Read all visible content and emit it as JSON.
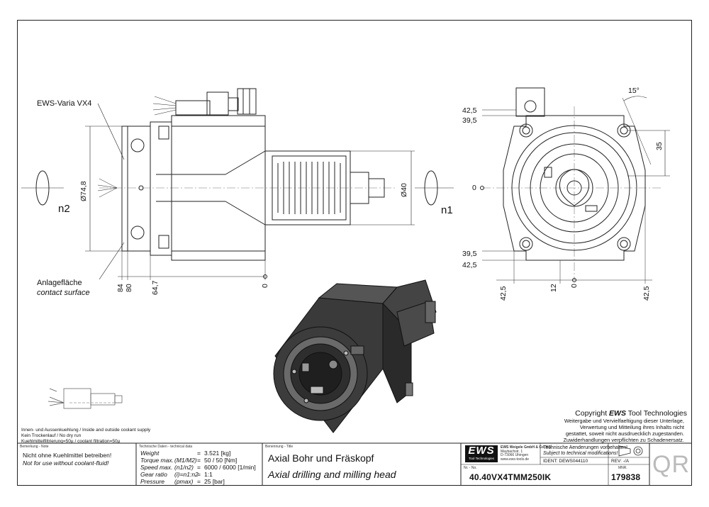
{
  "drawing": {
    "labels": {
      "tool_name": "EWS-Varia VX4",
      "contact_de": "Anlagefläche",
      "contact_en": "contact surface",
      "n2": "n2",
      "n1": "n1"
    },
    "side_dims": {
      "dia_748": "Ø74,8",
      "dia_40": "Ø40",
      "d84": "84",
      "d80": "80",
      "d647": "64,7",
      "d0": "0"
    },
    "front_dims": {
      "t425": "42,5",
      "t395": "39,5",
      "zero": "0",
      "b395": "39,5",
      "b425": "42,5",
      "angle": "15°",
      "v35": "35",
      "h425l": "42,5",
      "h12": "12",
      "h0": "0",
      "h425r": "42,5"
    }
  },
  "notes": {
    "line1": "Innen- und Aussenkuehlung / Inside and outside coolant supply",
    "line2": "Kein Trockenlauf / No dry run",
    "line3": "Kuehlmittelfiltrierung=50µ / coolant filtration=50µ"
  },
  "copyright": {
    "prefix": "Copyright",
    "brand": "EWS",
    "suffix": "Tool Technologies",
    "l1": "Weitergabe und Vervielfaeltigung dieser Unterlage,",
    "l2": "Verwertung und Mitteilung ihres Inhalts nicht",
    "l3": "gestattet, soweit nicht ausdruecklich zugestanden.",
    "l4": "Zuwiderhandlungen verpflichten zu Schadenersatz."
  },
  "title_block": {
    "remark_header": "Bemerkung - Note",
    "remark_de": "Nicht ohne Kuehlmittel betreiben!",
    "remark_en": "Not for use without coolant-fluid!",
    "tech_header": "Technische Daten - technical data",
    "tech_rows": [
      {
        "name": "Weight",
        "sym": "",
        "eq": "=",
        "val": "3.521 [kg]"
      },
      {
        "name": "Torque max.",
        "sym": "(M1/M2)",
        "eq": "=",
        "val": "50 / 50 [Nm]"
      },
      {
        "name": "Speed max.",
        "sym": "(n1/n2)",
        "eq": "=",
        "val": "6000 / 6000 [1/min]"
      },
      {
        "name": "Gear ratio",
        "sym": "(i)=n1:n2",
        "eq": "=",
        "val": "1:1"
      },
      {
        "name": "Pressure",
        "sym": "(pmax)",
        "eq": "=",
        "val": "25 [bar]"
      }
    ],
    "title_header": "Benennung - Title",
    "title_de": "Axial Bohr und Fräskopf",
    "title_en": "Axial drilling and milling head",
    "logo": "EWS",
    "logo_sub": "Tool Technologies",
    "company1": "EWS Weigele GmbH & Co. KG",
    "company2": "Maybachstr. 1",
    "company3": "D-73066 Uhingen",
    "company4": "www.ews-tools.de",
    "change_de": "Technische Aenderungen vorbehalten!",
    "change_en": "Subject to technical modifications!",
    "ident": "IDENT: DEWS044110",
    "rev": "REV: -/A",
    "nr_header": "Nr. - No.",
    "drawing_no": "40.40VX4TMM250IK",
    "matnr_header": "MNR.",
    "matnr": "179838",
    "qr": "QR"
  }
}
